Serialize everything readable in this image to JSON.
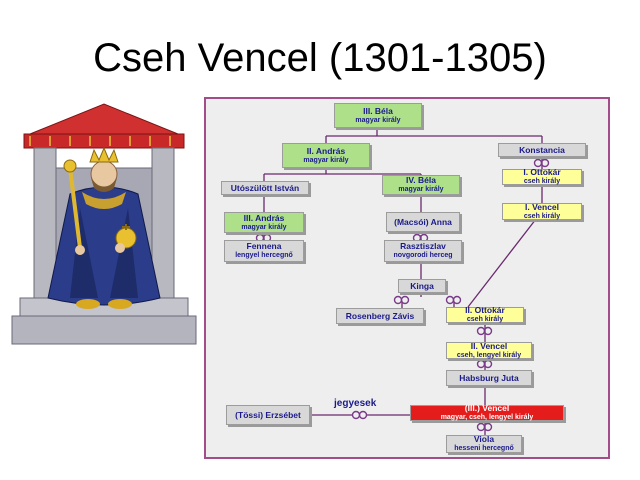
{
  "title": "Cseh Vencel (1301-1305)",
  "nodes": {
    "bela3": {
      "line1": "III. Béla",
      "line2": "magyar király"
    },
    "andras2": {
      "line1": "II. András",
      "line2": "magyar király"
    },
    "konstancia": {
      "line1": "Konstancia"
    },
    "utoszulott": {
      "line1": "Utószülött István"
    },
    "bela4": {
      "line1": "IV. Béla",
      "line2": "magyar király"
    },
    "ottokar1": {
      "line1": "I. Ottokár",
      "line2": "cseh király"
    },
    "vencel1": {
      "line1": "I. Vencel",
      "line2": "cseh király"
    },
    "andras3": {
      "line1": "III. András",
      "line2": "magyar király"
    },
    "macsoi": {
      "line1": "(Macsói) Anna"
    },
    "fennena": {
      "line1": "Fennena",
      "line2": "lengyel hercegnő"
    },
    "rasztiszlav": {
      "line1": "Rasztiszlav",
      "line2": "novgorodi herceg"
    },
    "kinga": {
      "line1": "Kinga"
    },
    "rosenberg": {
      "line1": "Rosenberg Závis"
    },
    "ottokar2": {
      "line1": "II. Ottokár",
      "line2": "cseh király"
    },
    "vencel2": {
      "line1": "II. Vencel",
      "line2": "cseh, lengyel király"
    },
    "habsburg": {
      "line1": "Habsburg Juta"
    },
    "tossi": {
      "line1": "(Tössi) Erzsébet"
    },
    "vencel3": {
      "line1": "(III.) Vencel",
      "line2": "magyar, cseh, lengyel király"
    },
    "viola": {
      "line1": "Viola",
      "line2": "hesseni hercegnő"
    }
  },
  "jegyesek": "jegyesek",
  "colors": {
    "frame": "#a24c8c",
    "line": "#6a2a6e",
    "ring": "#7a3a8a",
    "green": "#aee08a",
    "yellow": "#ffff99",
    "grey": "#d8d8d8",
    "red": "#e41c1c",
    "text": "#1a1a8a"
  }
}
